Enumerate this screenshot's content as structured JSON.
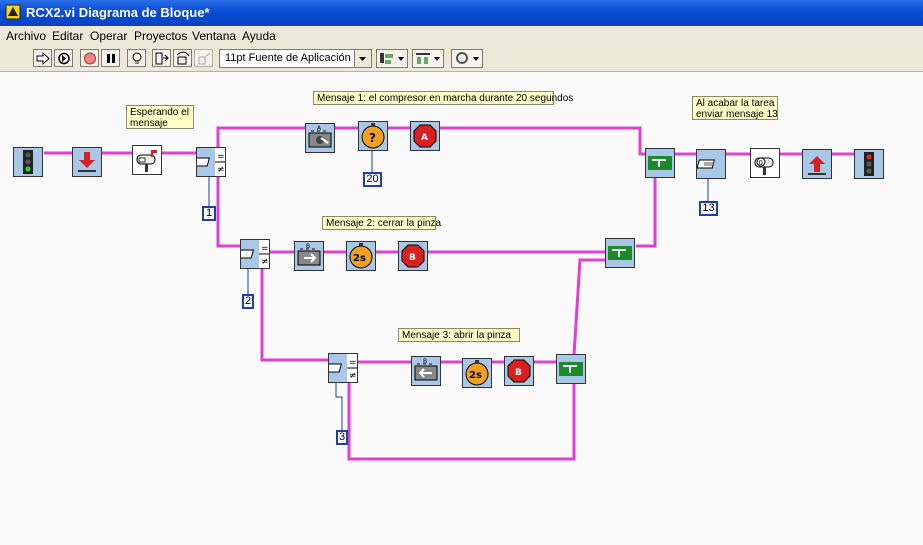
{
  "window": {
    "title": "RCX2.vi Diagrama de Bloque*"
  },
  "menu": {
    "items": [
      "Archivo",
      "Editar",
      "Operar",
      "Proyectos",
      "Ventana",
      "Ayuda"
    ]
  },
  "toolbar": {
    "font_select": "11pt Fuente de Aplicación"
  },
  "notes": {
    "waiting": [
      "Esperando el",
      "mensaje"
    ],
    "msg1": "Mensaje 1: el compresor en marcha durante 20 segundos",
    "msg2": "Mensaje 2: cerrar la pinza",
    "msg3": "Mensaje 3: abrir la pinza",
    "end": [
      "Al acabar la tarea",
      "enviar mensaje 13"
    ]
  },
  "constants": {
    "c1": "1",
    "c20": "20",
    "c2": "2",
    "c3": "3",
    "c13": "13"
  },
  "icon_labels": {
    "motor_a": "A",
    "stop_a": "A",
    "motor_b1": "B",
    "timer_b1": "2s",
    "stop_b1": "B",
    "motor_b2": "B",
    "timer_b2": "2s",
    "stop_b2": "B",
    "wait_q": "?"
  },
  "colors": {
    "wire": "#e040d0",
    "node_blue": "#a9c8e8",
    "number_border": "#1f3fa8",
    "note_bg": "#ffffc8",
    "stop_red": "#d82020",
    "case_green": "#1a8a2a"
  }
}
